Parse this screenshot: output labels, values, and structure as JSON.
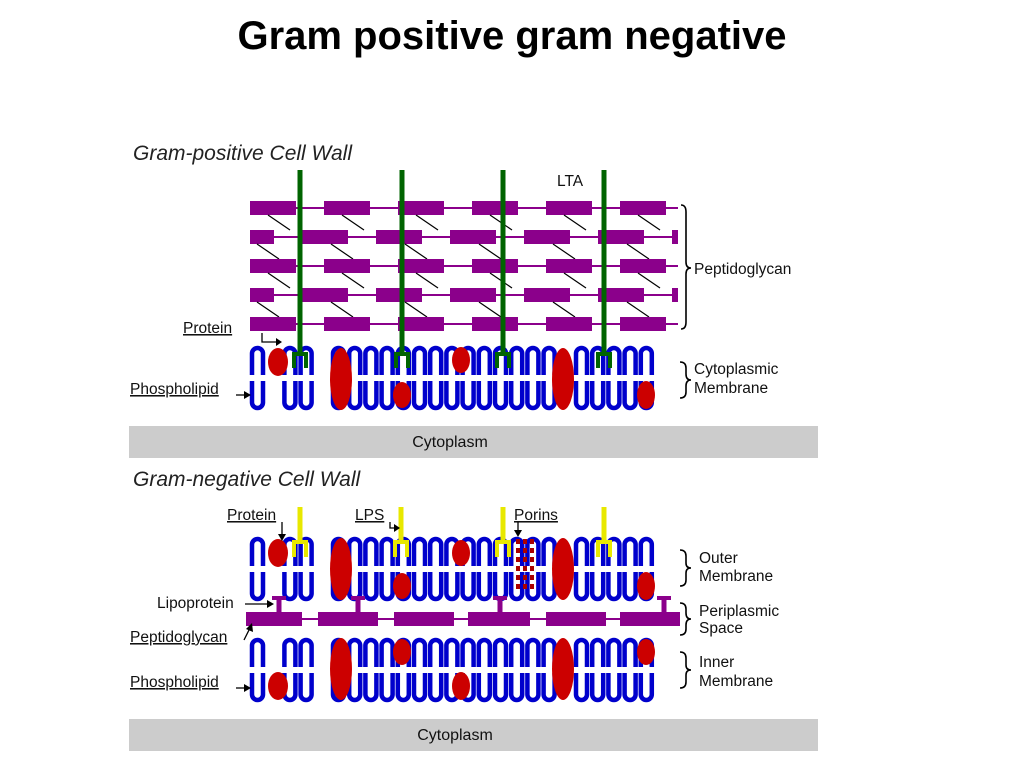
{
  "slide": {
    "title": "Gram positive gram negative"
  },
  "gram_positive": {
    "title": "Gram-positive Cell Wall",
    "labels": {
      "lta": "LTA",
      "peptidoglycan": "Peptidoglycan",
      "protein": "Protein",
      "phospholipid": "Phospholipid",
      "membrane_line1": "Cytoplasmic",
      "membrane_line2": "Membrane"
    },
    "cytoplasm": "Cytoplasm"
  },
  "gram_negative": {
    "title": "Gram-negative Cell Wall",
    "labels": {
      "protein": "Protein",
      "lps": "LPS",
      "porins": "Porins",
      "lipoprotein": "Lipoprotein",
      "peptidoglycan": "Peptidoglycan",
      "phospholipid": "Phospholipid",
      "outer_line1": "Outer",
      "outer_line2": "Membrane",
      "peri_line1": "Periplasmic",
      "peri_line2": "Space",
      "inner_line1": "Inner",
      "inner_line2": "Membrane"
    },
    "cytoplasm": "Cytoplasm"
  },
  "colors": {
    "peptidoglycan": "#8b008b",
    "lipid_blue": "#0000cc",
    "protein_red": "#cc0000",
    "lta_green": "#006400",
    "lps_yellow": "#e8e800",
    "cytoplasm_gray": "#cccccc"
  }
}
